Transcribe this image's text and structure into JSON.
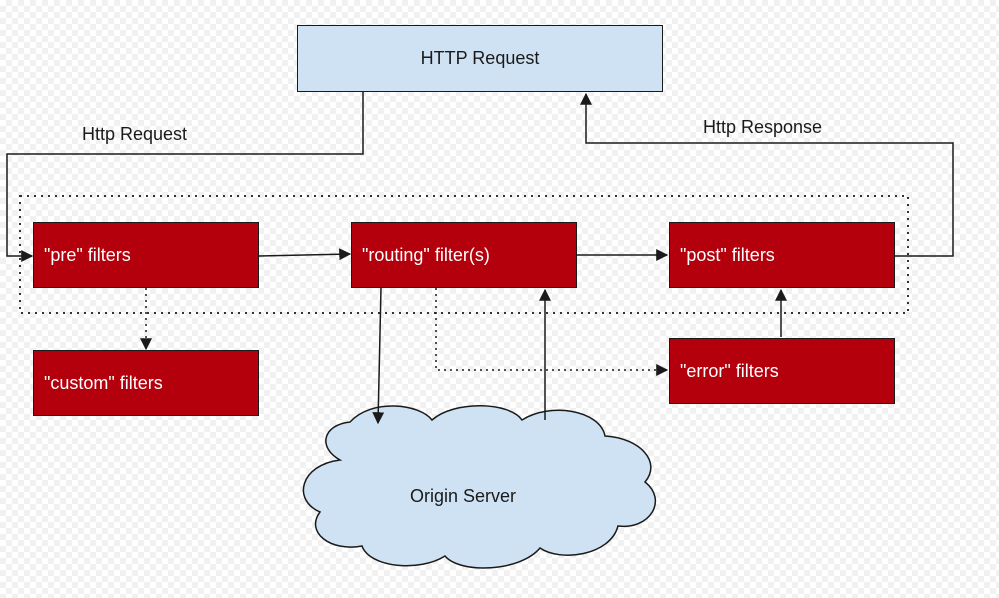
{
  "nodes": {
    "http_request": "HTTP Request",
    "pre_filters": "\"pre\" filters",
    "routing_filters": "\"routing\" filter(s)",
    "post_filters": "\"post\" filters",
    "custom_filters": "\"custom\" filters",
    "error_filters": "\"error\" filters",
    "origin_server": "Origin Server"
  },
  "edge_labels": {
    "http_request": "Http Request",
    "http_response": "Http Response"
  },
  "colors": {
    "filter_fill": "#b3000c",
    "request_fill": "#cfe2f3",
    "cloud_fill": "#cfe2f3",
    "line": "#1a1a1a"
  }
}
